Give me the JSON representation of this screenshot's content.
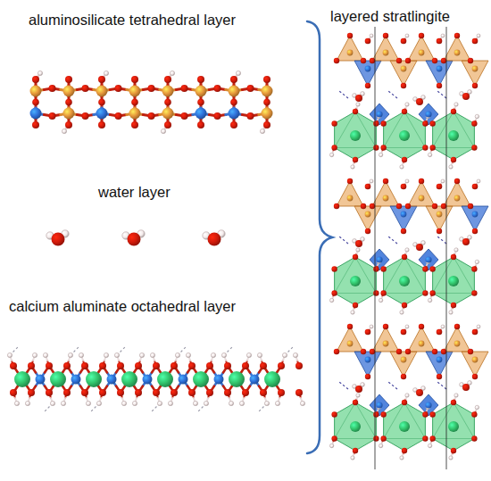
{
  "diagram": {
    "labels": [
      "aluminosilicate tetrahedral layer",
      "layered stratlingite",
      "water layer",
      "calcium aluminate octahedral layer"
    ]
  }
}
